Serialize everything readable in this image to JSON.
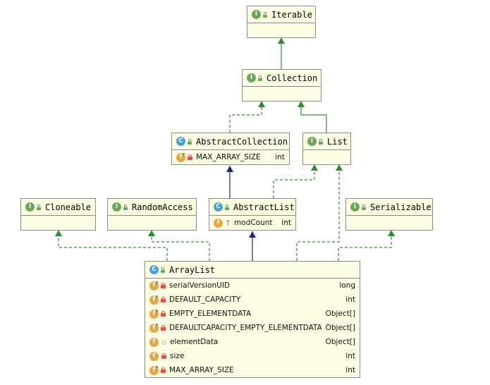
{
  "nodes": {
    "iterable": {
      "name": "Iterable",
      "badge": "I",
      "fields": []
    },
    "collection": {
      "name": "Collection",
      "badge": "I",
      "fields": []
    },
    "abstract_collection": {
      "name": "AbstractCollection",
      "badge": "C",
      "fields": [
        {
          "name": "MAX_ARRAY_SIZE",
          "type": "int",
          "visibility": "private",
          "static": true
        }
      ]
    },
    "list": {
      "name": "List",
      "badge": "I",
      "fields": []
    },
    "cloneable": {
      "name": "Cloneable",
      "badge": "I",
      "fields": []
    },
    "random_access": {
      "name": "RandomAccess",
      "badge": "I",
      "fields": []
    },
    "abstract_list": {
      "name": "AbstractList",
      "badge": "C",
      "fields": [
        {
          "name": "modCount",
          "type": "int",
          "visibility": "protected",
          "static": false
        }
      ]
    },
    "serializable": {
      "name": "Serializable",
      "badge": "I",
      "fields": []
    },
    "array_list": {
      "name": "ArrayList",
      "badge": "C",
      "fields": [
        {
          "name": "serialVersionUID",
          "type": "long",
          "visibility": "private",
          "static": true
        },
        {
          "name": "DEFAULT_CAPACITY",
          "type": "int",
          "visibility": "private",
          "static": true
        },
        {
          "name": "EMPTY_ELEMENTDATA",
          "type": "Object[]",
          "visibility": "private",
          "static": true
        },
        {
          "name": "DEFAULTCAPACITY_EMPTY_ELEMENTDATA",
          "type": "Object[]",
          "visibility": "private",
          "static": true
        },
        {
          "name": "elementData",
          "type": "Object[]",
          "visibility": "package",
          "static": false
        },
        {
          "name": "size",
          "type": "int",
          "visibility": "private",
          "static": false
        },
        {
          "name": "MAX_ARRAY_SIZE",
          "type": "int",
          "visibility": "private",
          "static": true
        }
      ]
    }
  },
  "edges": [
    {
      "from": "collection",
      "to": "iterable",
      "kind": "extends"
    },
    {
      "from": "abstract_collection",
      "to": "collection",
      "kind": "implements"
    },
    {
      "from": "list",
      "to": "collection",
      "kind": "extends"
    },
    {
      "from": "abstract_list",
      "to": "abstract_collection",
      "kind": "extends-class"
    },
    {
      "from": "abstract_list",
      "to": "list",
      "kind": "implements"
    },
    {
      "from": "array_list",
      "to": "cloneable",
      "kind": "implements"
    },
    {
      "from": "array_list",
      "to": "random_access",
      "kind": "implements"
    },
    {
      "from": "array_list",
      "to": "abstract_list",
      "kind": "extends-class"
    },
    {
      "from": "array_list",
      "to": "list",
      "kind": "implements"
    },
    {
      "from": "array_list",
      "to": "serializable",
      "kind": "implements"
    }
  ],
  "colors": {
    "node_fill": "#fdfde4",
    "node_border": "#8c8c8c",
    "interface_edge": "#2e8b2e",
    "class_edge": "#1a237e",
    "badge_interface": "#6aa75d",
    "badge_class": "#45a2d6",
    "badge_field": "#e8a640"
  }
}
